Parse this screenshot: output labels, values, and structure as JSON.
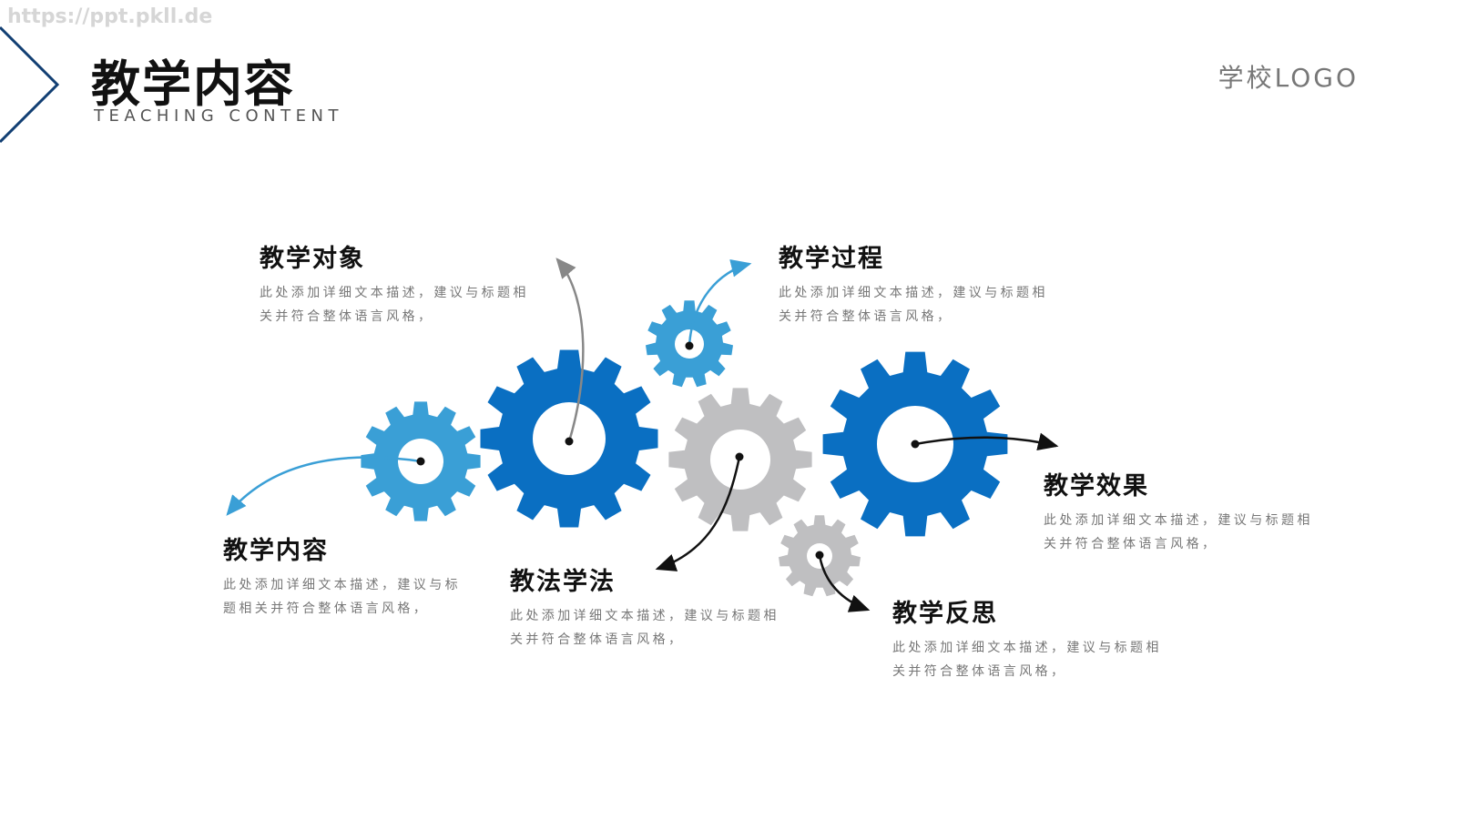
{
  "watermark": "https://ppt.pkll.de",
  "header": {
    "title": "教学内容",
    "subtitle": "TEACHING CONTENT",
    "logo": "学校LOGO"
  },
  "colors": {
    "blue_dark": "#0a6fc2",
    "blue_light": "#3a9fd6",
    "gray": "#bfbfc1",
    "accent_navy": "#123f73"
  },
  "items": [
    {
      "title": "教学对象",
      "desc": "此处添加详细文本描述，建议与标题相关并符合整体语言风格，"
    },
    {
      "title": "教学过程",
      "desc": "此处添加详细文本描述，建议与标题相关并符合整体语言风格，"
    },
    {
      "title": "教学内容",
      "desc": "此处添加详细文本描述，建议与标题相关并符合整体语言风格，"
    },
    {
      "title": "教法学法",
      "desc": "此处添加详细文本描述，建议与标题相关并符合整体语言风格，"
    },
    {
      "title": "教学效果",
      "desc": "此处添加详细文本描述，建议与标题相关并符合整体语言风格，"
    },
    {
      "title": "教学反思",
      "desc": "此处添加详细文本描述，建议与标题相关并符合整体语言风格，"
    }
  ]
}
